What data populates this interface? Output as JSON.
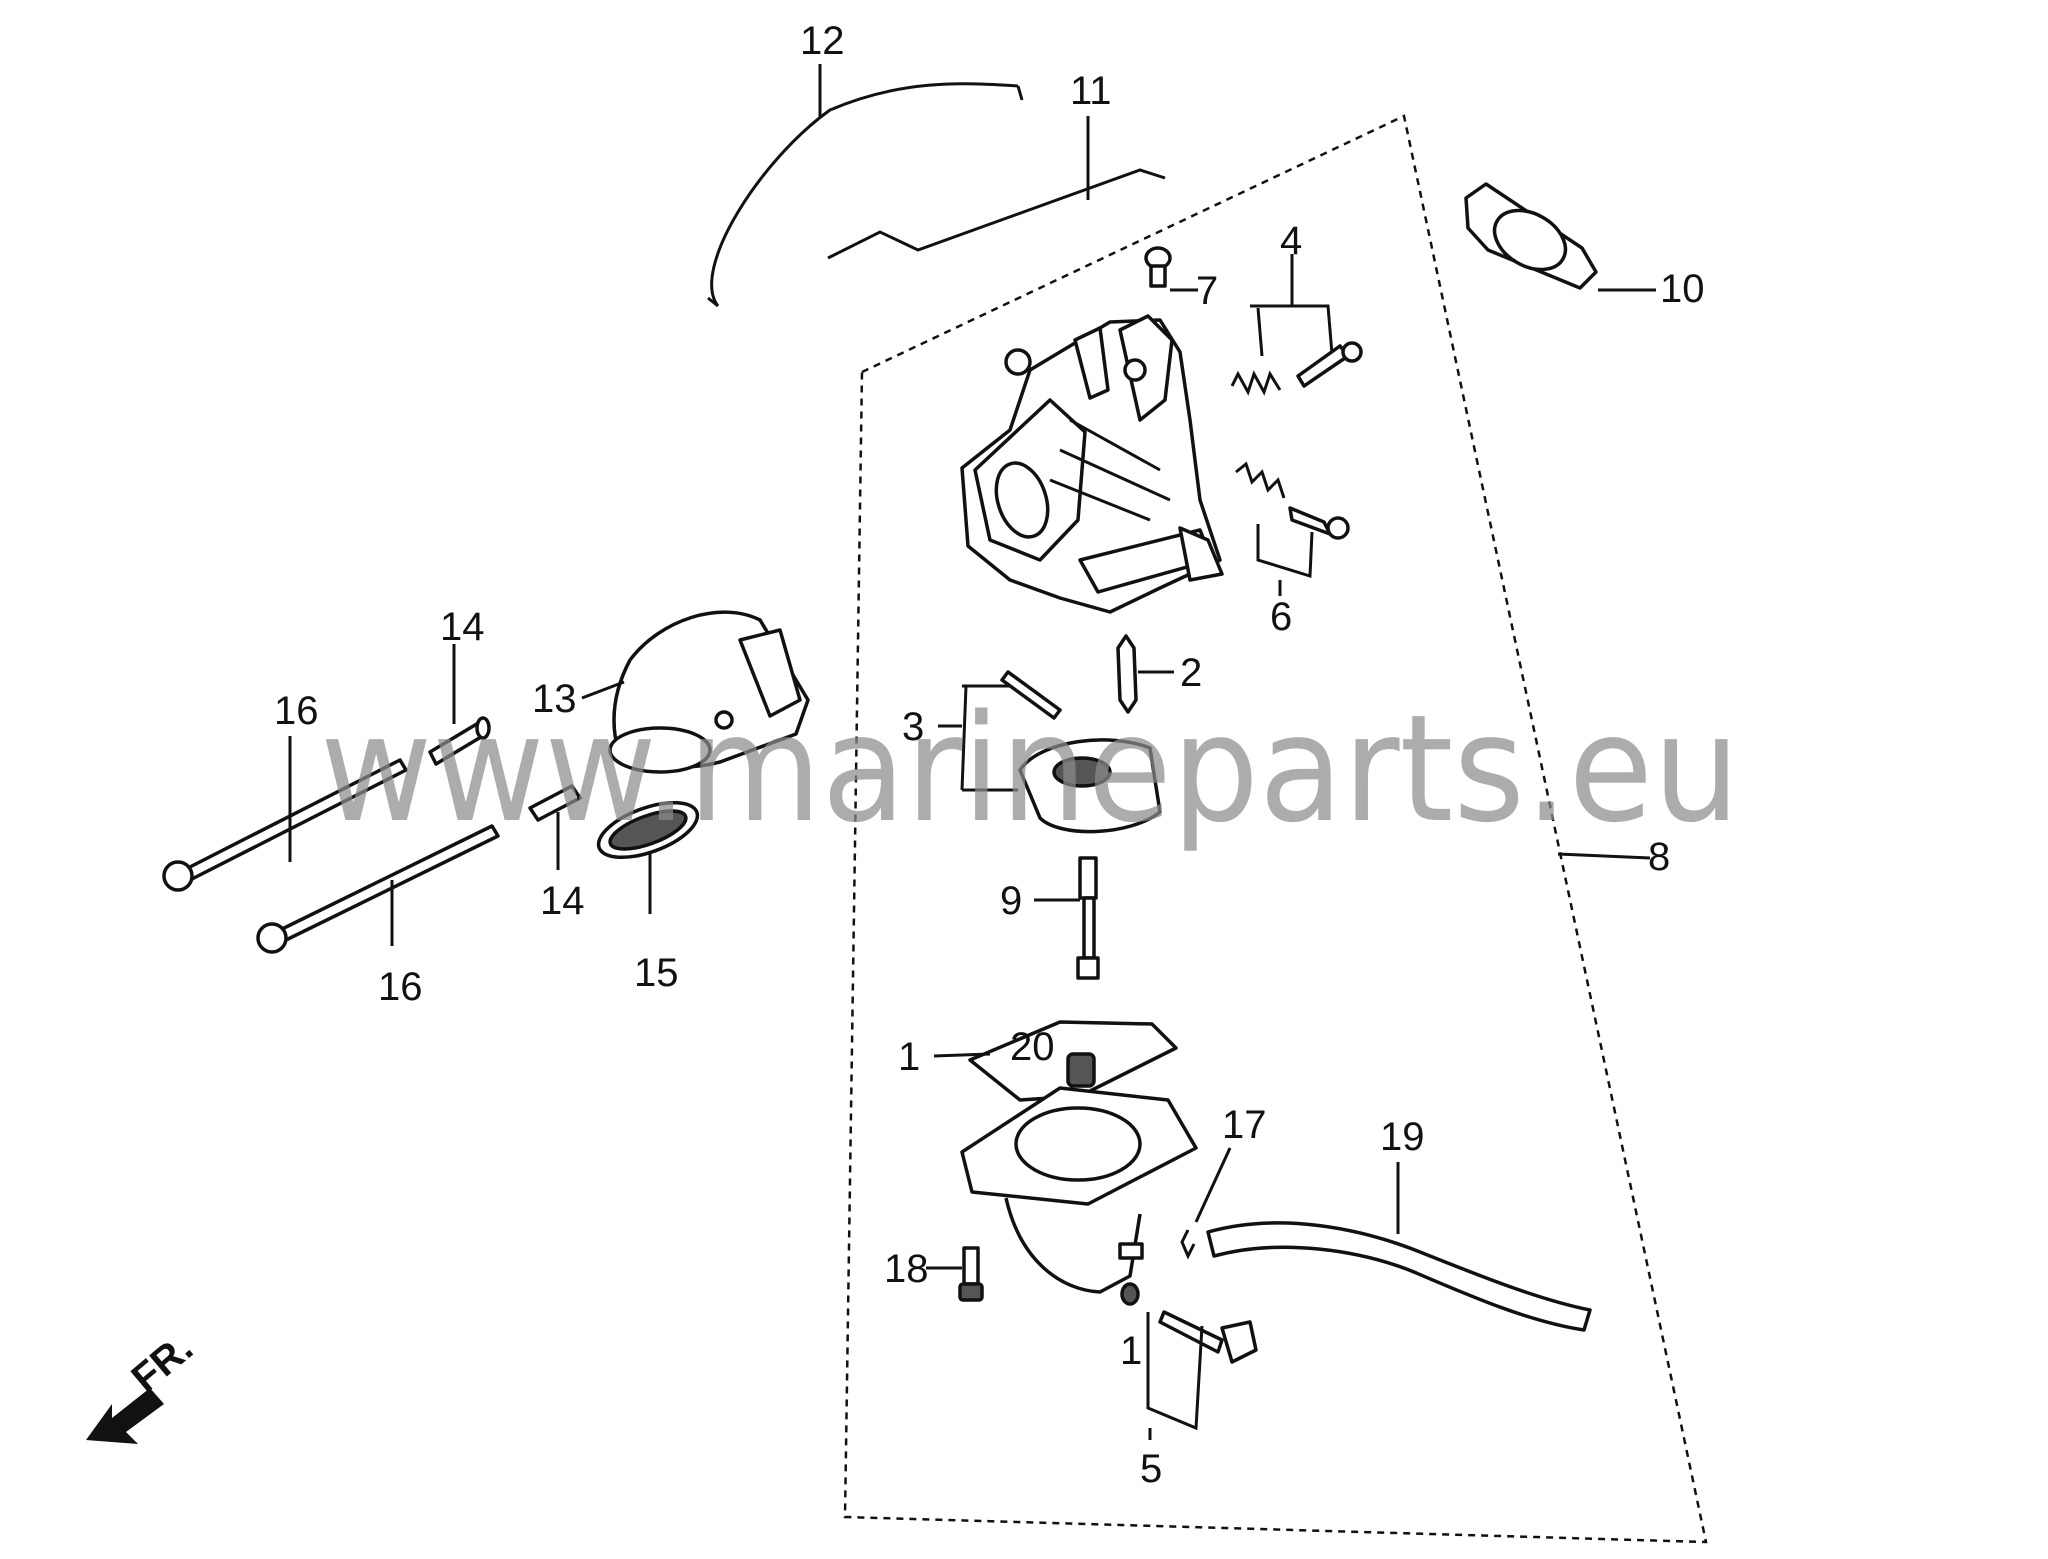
{
  "labels": {
    "p1a": "1",
    "p1b": "1",
    "p2": "2",
    "p3": "3",
    "p4": "4",
    "p5": "5",
    "p6": "6",
    "p7": "7",
    "p8": "8",
    "p9": "9",
    "p10": "10",
    "p11": "11",
    "p12": "12",
    "p13": "13",
    "p14a": "14",
    "p14b": "14",
    "p15": "15",
    "p16a": "16",
    "p16b": "16",
    "p17": "17",
    "p18": "18",
    "p19": "19",
    "p20": "20"
  },
  "front_marker": "FR.",
  "watermark": "www.marineparts.eu"
}
